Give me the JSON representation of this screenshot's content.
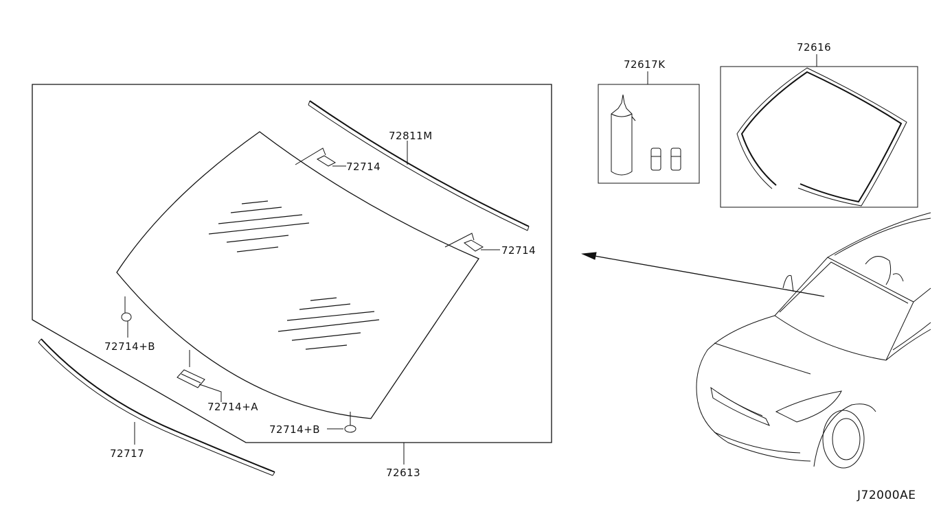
{
  "labels": {
    "glass": "72613",
    "molding_top": "72811M",
    "clip_top": "72714",
    "clip_right": "72714",
    "clip_b_left": "72714+B",
    "clip_a": "72714+A",
    "clip_b_bottom": "72714+B",
    "molding_bottom": "72717",
    "adhesive_kit": "72617K",
    "dam_rubber": "72616",
    "diagram_code": "J72000AE"
  }
}
